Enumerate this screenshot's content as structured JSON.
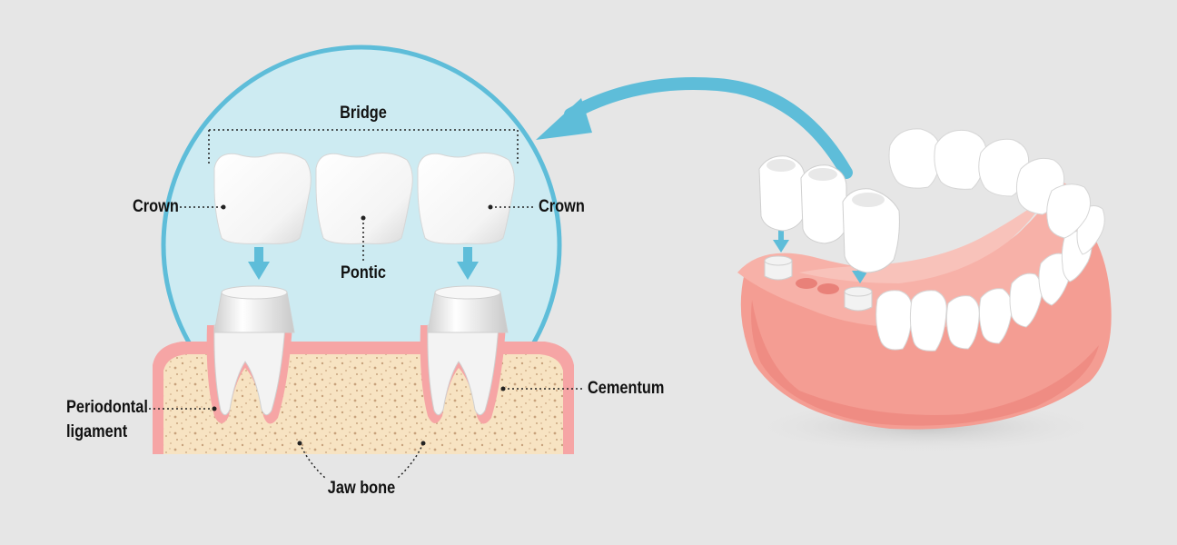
{
  "diagram": {
    "labels": {
      "bridge": "Bridge",
      "crown_left": "Crown",
      "crown_right": "Crown",
      "pontic": "Pontic",
      "cementum": "Cementum",
      "periodontal_line1": "Periodontal",
      "periodontal_line2": "ligament",
      "jaw_bone": "Jaw bone"
    },
    "colors": {
      "background": "#e6e6e6",
      "circle_fill": "#cdebf2",
      "circle_stroke": "#5ebdd9",
      "arrow": "#5ebdd9",
      "tooth": "#ffffff",
      "tooth_shadow": "#d9d9d9",
      "gum": "#f6a5a5",
      "bone": "#f7e3c2",
      "bone_speckle": "#c8a27c"
    },
    "icons": [
      "curved-arrow-icon",
      "down-arrow-icon",
      "jaw-model-icon"
    ]
  }
}
